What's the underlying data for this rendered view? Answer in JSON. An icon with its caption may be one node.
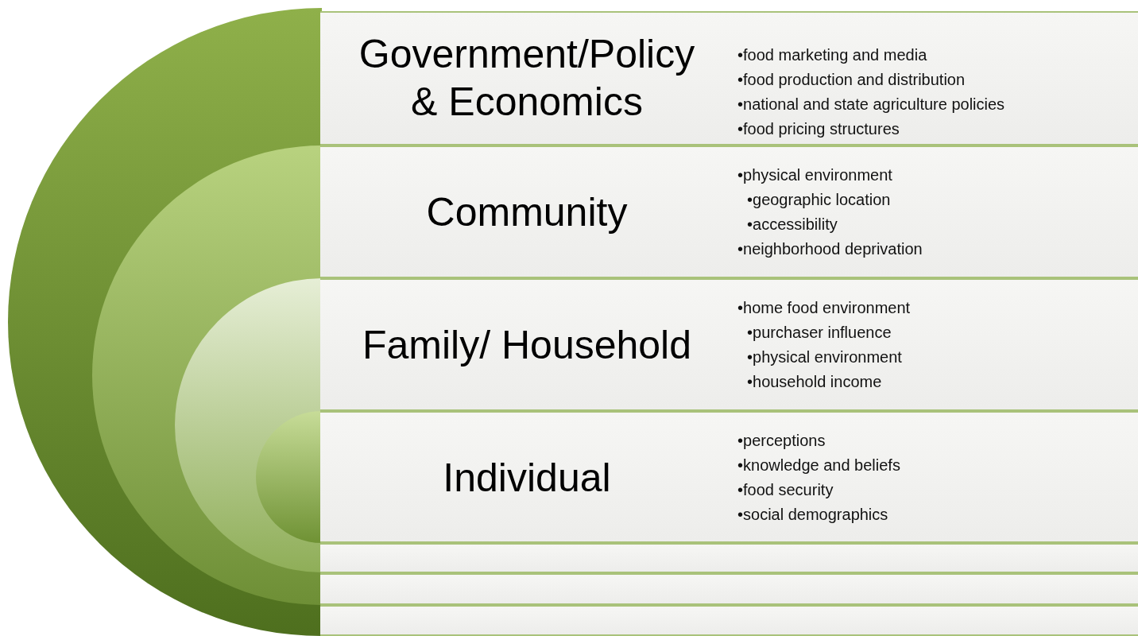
{
  "diagram": {
    "nodes": [
      {
        "text": [
          "Government/Policy & Economics",
          "•food marketing and media",
          "•food production and distribution",
          "•national and state agriculture policies",
          "•food pricing structures"
        ]
      },
      {
        "text": [
          "Community",
          "•physical environment",
          "•geographic location",
          "•accessibility",
          "•neighborhood deprivation"
        ]
      },
      {
        "text": [
          "Family/ Household",
          "•home food environment",
          "•purchaser influence",
          "•physical environment",
          "•household income"
        ]
      },
      {
        "text": [
          "Individual",
          "•perceptions",
          "•knowledge and beliefs",
          "•food security",
          "•social demographics"
        ]
      },
      {
        "text": [],
        "shape": "box"
      },
      {
        "text": [],
        "shape": "box"
      },
      {
        "text": [],
        "shape": "box"
      }
    ]
  }
}
